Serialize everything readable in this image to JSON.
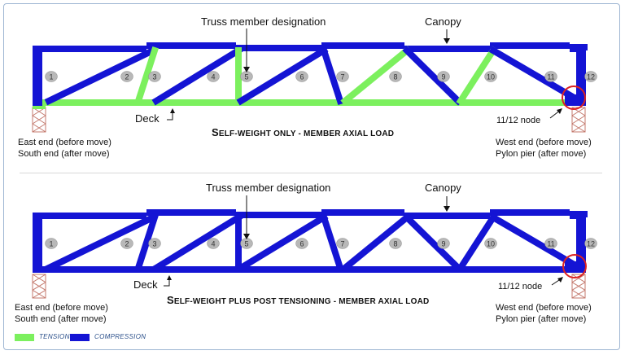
{
  "colors": {
    "tension": "#7cf05e",
    "compression": "#1414d4",
    "support": "#c47a6e",
    "highlight": "#dd2222"
  },
  "member_numbers": [
    "1",
    "2",
    "3",
    "4",
    "5",
    "6",
    "7",
    "8",
    "9",
    "10",
    "11",
    "12"
  ],
  "panels": [
    {
      "label_member": "Truss member designation",
      "label_canopy": "Canopy",
      "label_deck": "Deck",
      "label_node": "11/12 node",
      "east_line1": "East end (before move)",
      "east_line2": "South end (after move)",
      "west_line1": "West end (before move)",
      "west_line2": "Pylon pier (after move)",
      "title_s": "S",
      "title_rest": "ELF-WEIGHT ONLY - MEMBER AXIAL LOAD",
      "members": {
        "top_chord": "compression",
        "bottom_chord": "tension",
        "end_post_left": "compression",
        "end_post_right": "compression",
        "d2": "compression",
        "d3": "tension",
        "d4": "compression",
        "d5": "tension",
        "d6": "compression",
        "d7": "compression",
        "d8": "tension",
        "d9": "compression",
        "d10": "tension",
        "d11": "compression"
      }
    },
    {
      "label_member": "Truss member designation",
      "label_canopy": "Canopy",
      "label_deck": "Deck",
      "label_node": "11/12 node",
      "east_line1": "East end (before move)",
      "east_line2": "South end (after move)",
      "west_line1": "West end (before move)",
      "west_line2": "Pylon pier (after move)",
      "title_s": "S",
      "title_rest": "ELF-WEIGHT PLUS POST TENSIONING - MEMBER AXIAL LOAD",
      "members": {
        "top_chord": "compression",
        "bottom_chord": "compression",
        "end_post_left": "compression",
        "end_post_right": "compression",
        "d2": "compression",
        "d3": "compression",
        "d4": "compression",
        "d5": "compression",
        "d6": "compression",
        "d7": "compression",
        "d8": "compression",
        "d9": "compression",
        "d10": "compression",
        "d11": "compression"
      }
    }
  ],
  "legend": {
    "tension_label": "TENSION",
    "compression_label": "COMPRESSION"
  }
}
